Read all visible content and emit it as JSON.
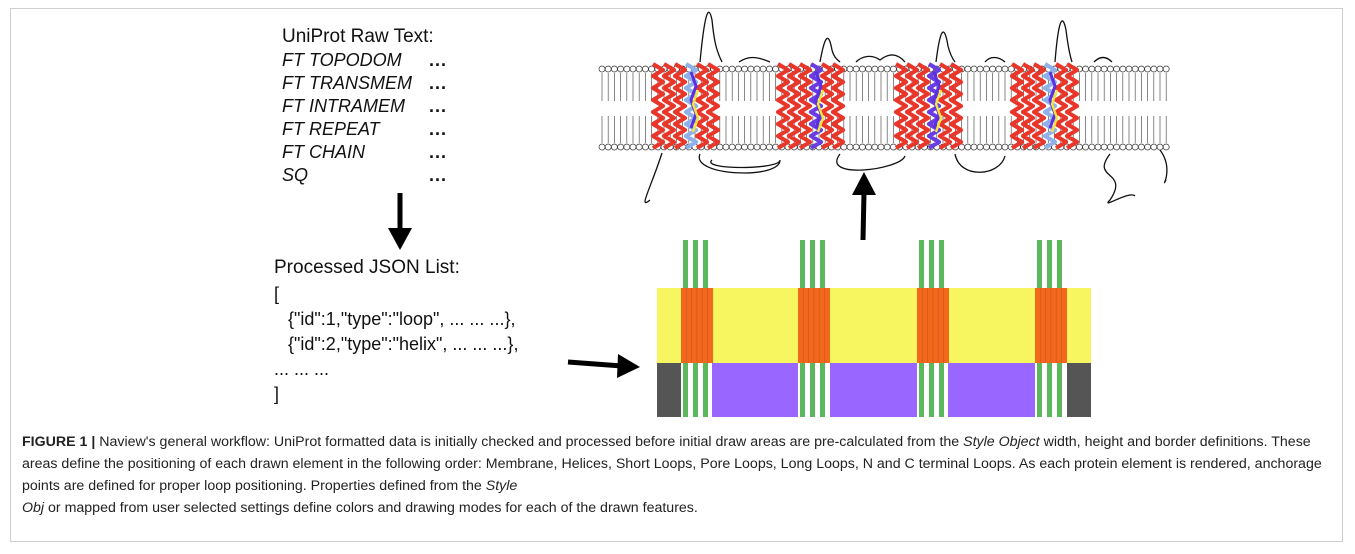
{
  "raw_text": {
    "title": "UniProt Raw Text:",
    "entries": [
      {
        "name": "FT TOPODOM",
        "dots": "..."
      },
      {
        "name": "FT TRANSMEM",
        "dots": "..."
      },
      {
        "name": "FT INTRAMEM",
        "dots": "..."
      },
      {
        "name": "FT REPEAT",
        "dots": "..."
      },
      {
        "name": "FT CHAIN",
        "dots": "..."
      },
      {
        "name": "SQ",
        "dots": "..."
      }
    ]
  },
  "json_list": {
    "title": "Processed JSON List:",
    "open_bracket": "[",
    "line1": "{\"id\":1,\"type\":\"loop\", ... ... ...},",
    "line2": "{\"id\":2,\"type\":\"helix\", ... ... ...},",
    "line3": "... ... ...",
    "close_bracket": "]"
  },
  "colors": {
    "helix": "#e8372a",
    "membrane_head": "#ffffff",
    "area_yellow": "#f7f560",
    "area_orange": "#f2691e",
    "area_green": "#5cb85c",
    "area_purple": "#9966ff",
    "area_gray": "#555555"
  },
  "caption": {
    "label": "FIGURE 1 |",
    "part1": " Naview's general workflow: UniProt formatted data is initially checked and processed before initial draw areas are pre-calculated from the ",
    "style_object": "Style Object",
    "part2": " width, height and border definitions. These areas define the positioning of each drawn element in the following order: Membrane, Helices, Short Loops, Pore Loops, Long Loops, N and C terminal Loops. As each protein element is rendered, anchorage points are defined for proper loop positioning. Properties defined from the ",
    "style_obj_a": "Style",
    "style_obj_b": "Obj",
    "part3": " or mapped from user selected settings define colors and drawing modes for each of the drawn features."
  }
}
